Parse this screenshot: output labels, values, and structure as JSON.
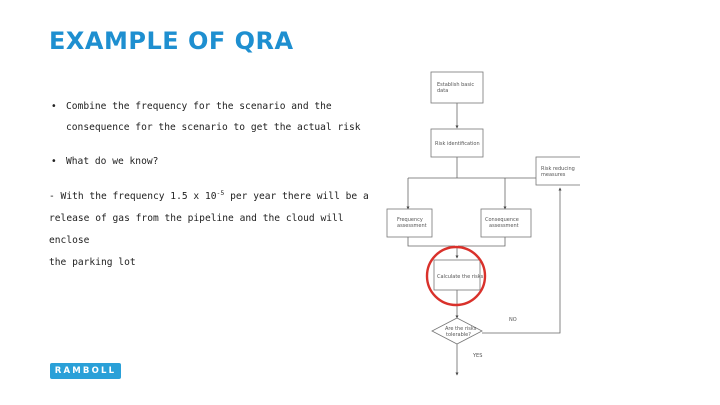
{
  "slide": {
    "title": "EXAMPLE OF QRA",
    "bullets": [
      {
        "lines": [
          "Combine the frequency for the scenario and the",
          "consequence for the scenario to get the actual risk"
        ]
      },
      {
        "lines": [
          "What do we know?"
        ]
      }
    ],
    "paragraph": {
      "part1": "- With the frequency 1.5 x 10",
      "exponent": "-5",
      "part2": " per year there will be a",
      "line2": "release of gas from the pipeline and the cloud will enclose",
      "line3": "the parking lot"
    },
    "logo": "RAMBOLL"
  },
  "flowchart": {
    "establish_l1": "Establish basic",
    "establish_l2": "data",
    "risk_identification": "Risk identification",
    "risk_reducing_l1": "Risk reducing",
    "risk_reducing_l2": "measures",
    "frequency_l1": "Frequency",
    "frequency_l2": "assessment",
    "consequence_l1": "Consequence",
    "consequence_l2": "assessment",
    "calculate": "Calculate the risks",
    "tolerable_l1": "Are the risks",
    "tolerable_l2": "tolerable?",
    "no_label": "NO",
    "yes_label": "YES"
  },
  "colors": {
    "title": "#1e8fd0",
    "highlight_circle": "#d9312b",
    "logo": "#2aa0d8"
  }
}
